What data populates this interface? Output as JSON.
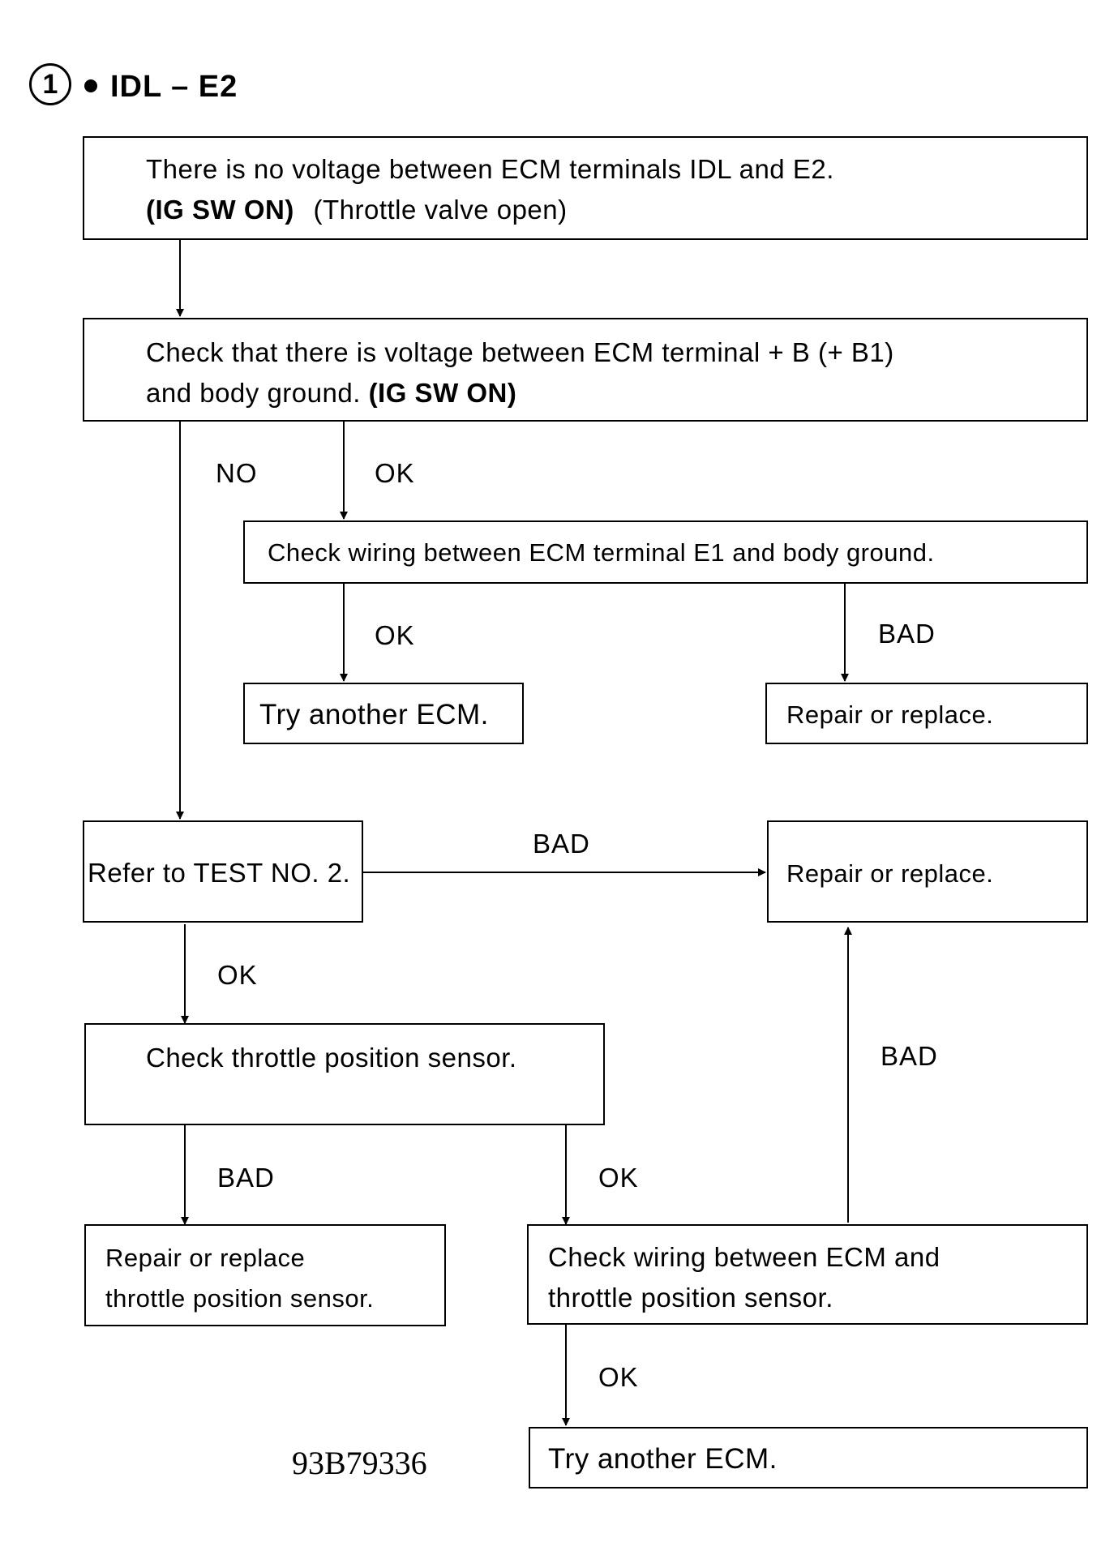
{
  "heading": {
    "number": "1",
    "title": "IDL – E2"
  },
  "box1": {
    "line1": "There is no voltage between ECM terminals IDL and E2.",
    "line2_bold": "(IG SW ON)",
    "line2_rest": "(Throttle valve open)"
  },
  "box2": {
    "line1": "Check that there is voltage between ECM terminal + B (+ B1)",
    "line2_pre": "and body ground.",
    "line2_bold": "(IG SW ON)"
  },
  "box3": {
    "text": "Check wiring between ECM terminal E1 and body ground."
  },
  "box4": {
    "text": "Try another ECM."
  },
  "box5": {
    "text": "Repair or replace."
  },
  "box6": {
    "text": "Refer to TEST NO. 2."
  },
  "box7": {
    "text": "Repair or replace."
  },
  "box8": {
    "text": "Check throttle position sensor."
  },
  "box9": {
    "line1": "Repair or replace",
    "line2": "throttle position sensor."
  },
  "box10": {
    "line1": "Check wiring between ECM and",
    "line2": "throttle position sensor."
  },
  "box11": {
    "text": "Try another ECM."
  },
  "labels": {
    "no": "NO",
    "ok": "OK",
    "bad": "BAD"
  },
  "figure_code": "93B79336"
}
